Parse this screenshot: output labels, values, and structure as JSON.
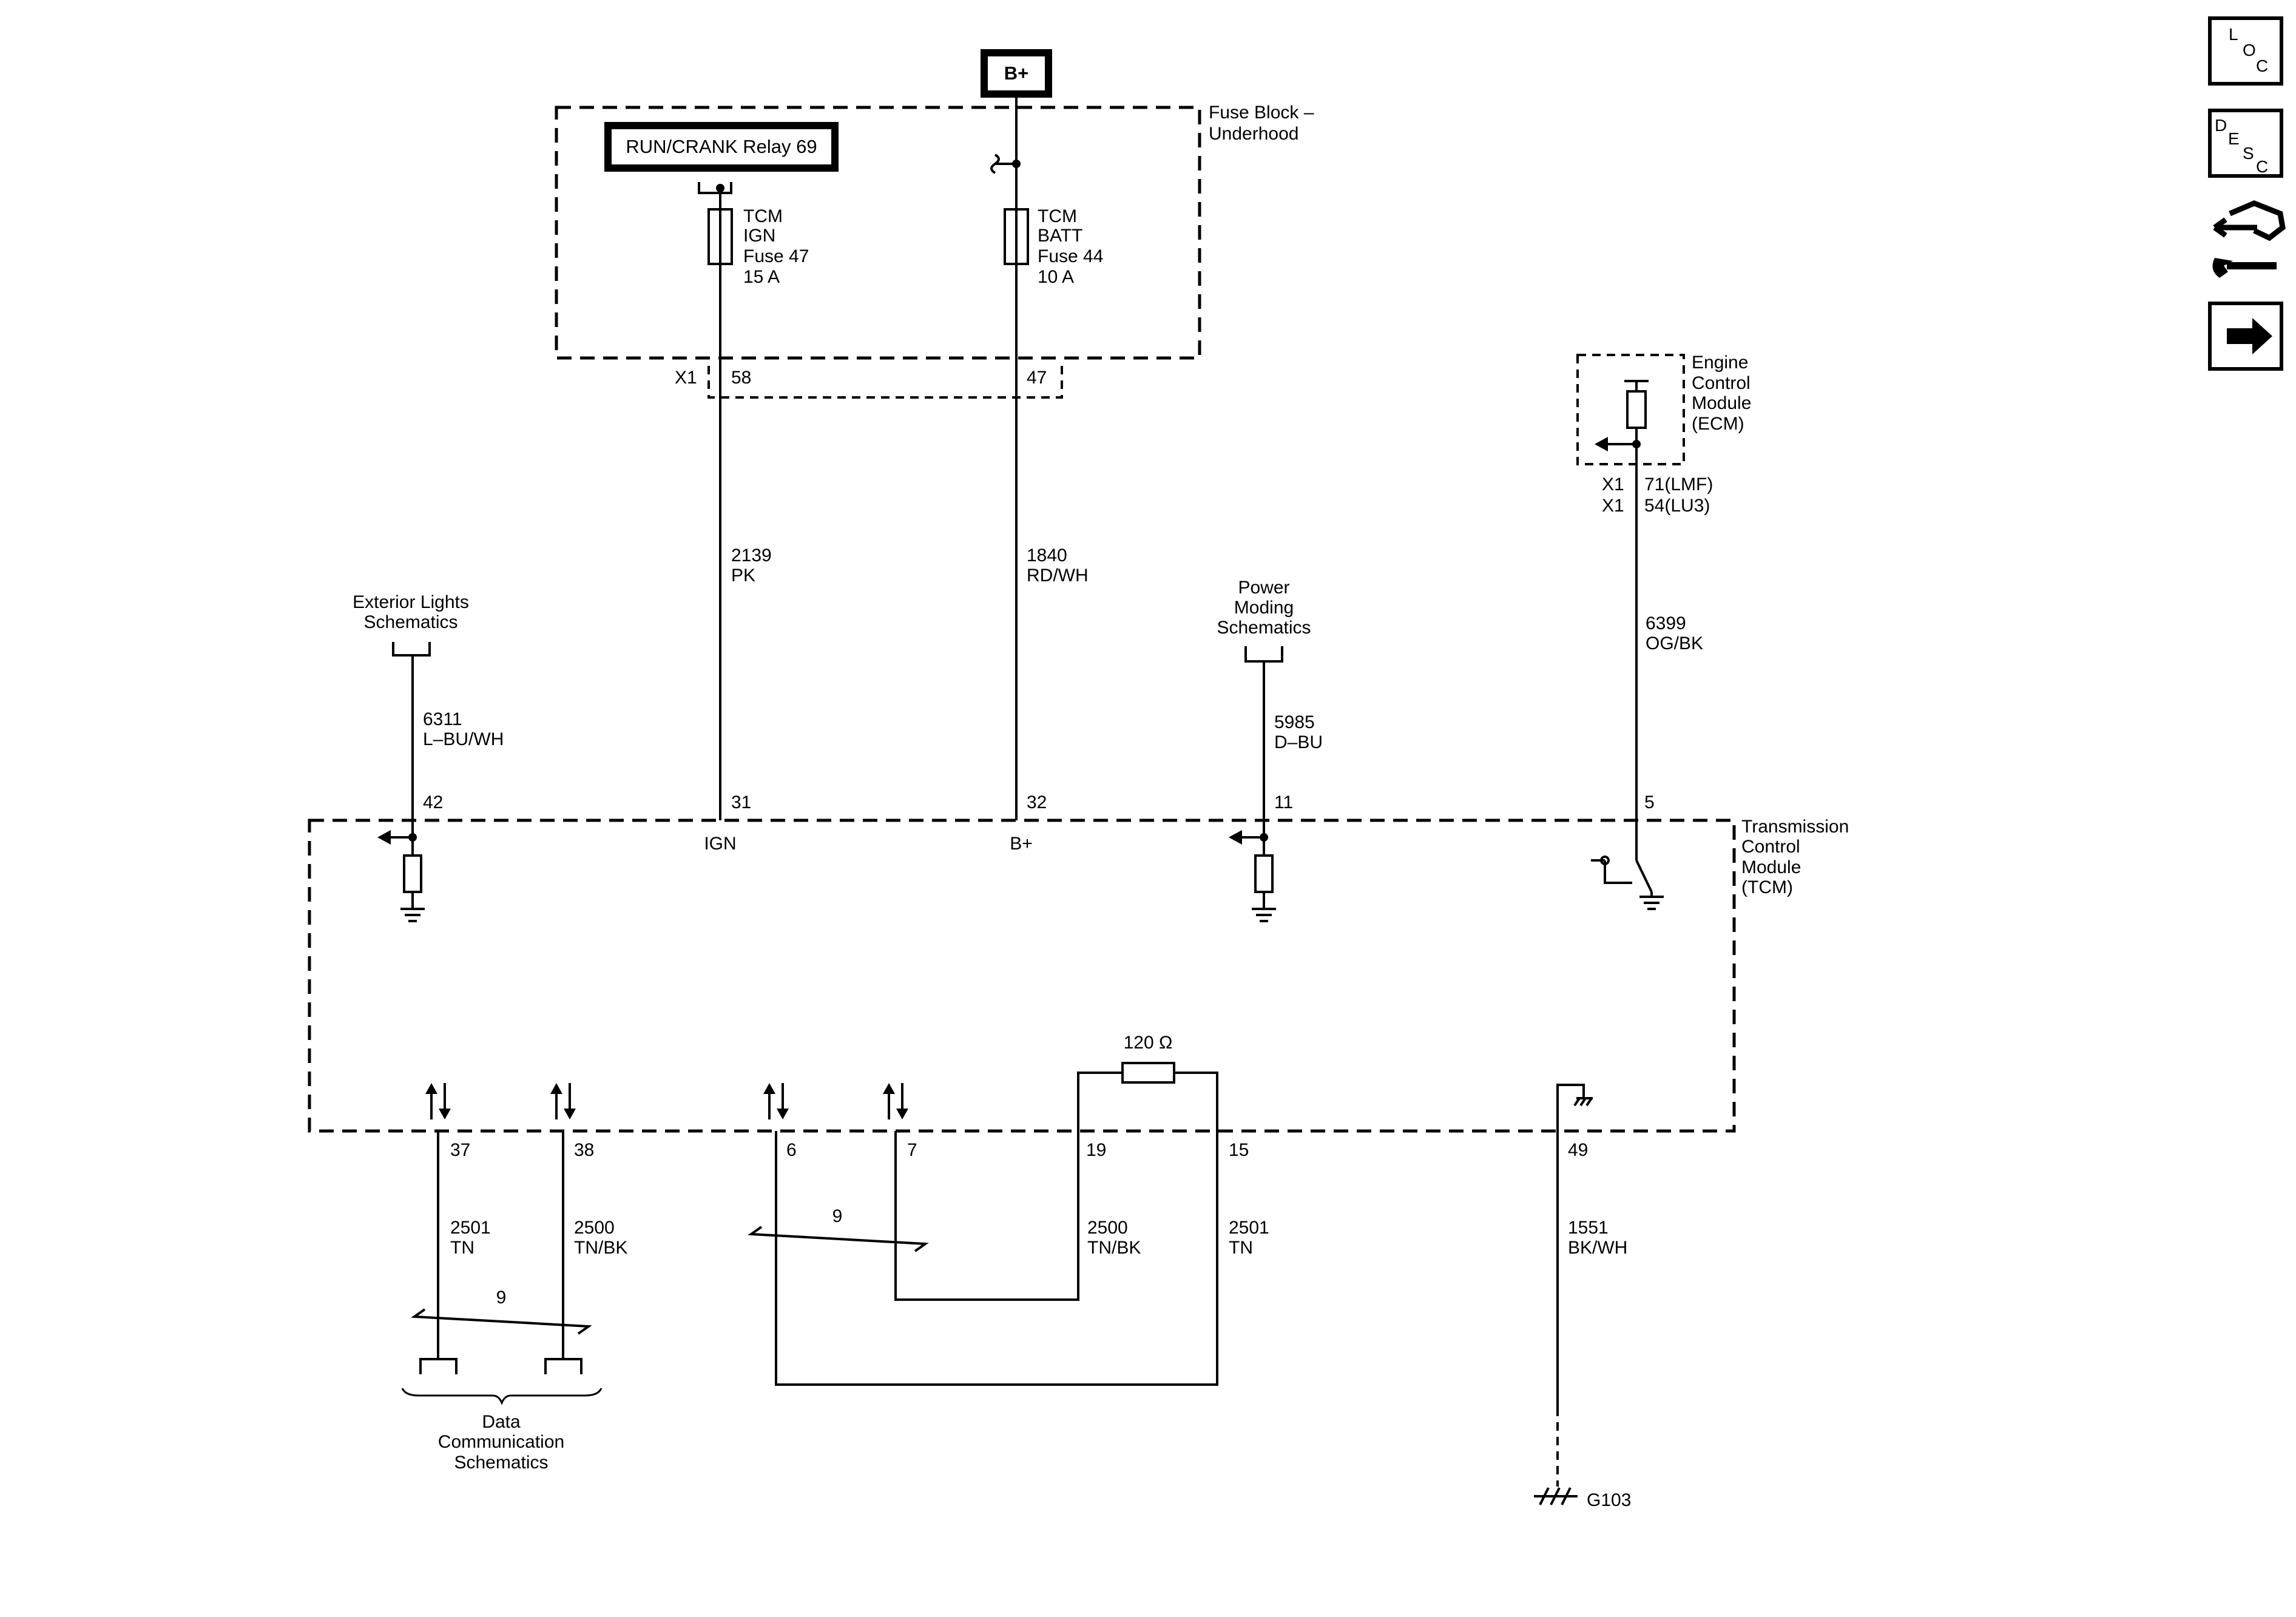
{
  "power": {
    "bplus": "B+"
  },
  "relay": {
    "label": "RUN/CRANK Relay 69"
  },
  "fuse_block": {
    "line1": "Fuse Block –",
    "line2": "Underhood"
  },
  "fuse47": {
    "l1": "TCM",
    "l2": "IGN",
    "l3": "Fuse 47",
    "l4": "15 A"
  },
  "fuse44": {
    "l1": "TCM",
    "l2": "BATT",
    "l3": "Fuse 44",
    "l4": "10 A"
  },
  "connector_x1": "X1",
  "pins": {
    "p58": "58",
    "p47": "47",
    "p42": "42",
    "p31": "31",
    "p32": "32",
    "p11": "11",
    "p5": "5",
    "p37": "37",
    "p38": "38",
    "p6": "6",
    "p7": "7",
    "p19": "19",
    "p15": "15",
    "p49": "49"
  },
  "wires": {
    "w2139": {
      "circuit": "2139",
      "color": "PK"
    },
    "w1840": {
      "circuit": "1840",
      "color": "RD/WH"
    },
    "w6311": {
      "circuit": "6311",
      "color": "L–BU/WH"
    },
    "w5985": {
      "circuit": "5985",
      "color": "D–BU"
    },
    "w6399": {
      "circuit": "6399",
      "color": "OG/BK"
    },
    "w2501a": {
      "circuit": "2501",
      "color": "TN"
    },
    "w2500a": {
      "circuit": "2500",
      "color": "TN/BK"
    },
    "w2500b": {
      "circuit": "2500",
      "color": "TN/BK"
    },
    "w2501b": {
      "circuit": "2501",
      "color": "TN"
    },
    "w1551": {
      "circuit": "1551",
      "color": "BK/WH"
    }
  },
  "ecm": {
    "l1": "Engine",
    "l2": "Control",
    "l3": "Module",
    "l4": "(ECM)",
    "x1a": "X1",
    "pin_a": "71(LMF)",
    "x1b": "X1",
    "pin_b": "54(LU3)"
  },
  "exterior_lights": {
    "l1": "Exterior Lights",
    "l2": "Schematics"
  },
  "power_moding": {
    "l1": "Power",
    "l2": "Moding",
    "l3": "Schematics"
  },
  "tcm": {
    "l1": "Transmission",
    "l2": "Control",
    "l3": "Module",
    "l4": "(TCM)",
    "ign": "IGN",
    "bplus": "B+"
  },
  "resistor": "120 Ω",
  "twist": {
    "t1": "9",
    "t2": "9"
  },
  "data_comm": {
    "l1": "Data",
    "l2": "Communication",
    "l3": "Schematics"
  },
  "ground": "G103",
  "nav_icons": {
    "loc": {
      "a": "L",
      "b": "O",
      "c": "C"
    },
    "desc": {
      "a": "D",
      "b": "E",
      "c": "S",
      "d": "C"
    }
  }
}
